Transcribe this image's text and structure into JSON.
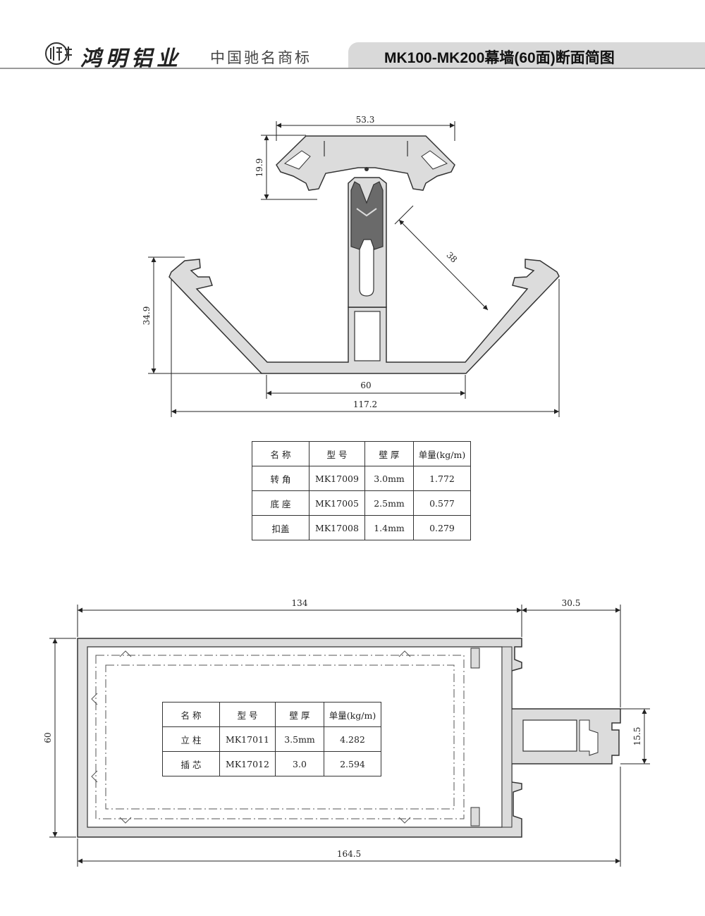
{
  "header": {
    "brand_name": "鸿明铝业",
    "slogan": "中国驰名商标",
    "page_title": "MK100-MK200幕墙(60面)断面简图"
  },
  "diagram1": {
    "dimensions": {
      "cap_width": "53.3",
      "cap_height": "19.9",
      "arm_length": "38",
      "height": "34.9",
      "base_width": "60",
      "total_width": "117.2"
    }
  },
  "table1": {
    "headers": [
      "名 称",
      "型 号",
      "壁 厚",
      "单量(kg/m)"
    ],
    "rows": [
      [
        "转 角",
        "MK17009",
        "3.0mm",
        "1.772"
      ],
      [
        "底 座",
        "MK17005",
        "2.5mm",
        "0.577"
      ],
      [
        "扣盖",
        "MK17008",
        "1.4mm",
        "0.279"
      ]
    ]
  },
  "diagram2": {
    "dimensions": {
      "body_width": "134",
      "flange_width": "30.5",
      "height": "60",
      "slot_height": "15.5",
      "total_width": "164.5"
    }
  },
  "table2": {
    "headers": [
      "名 称",
      "型 号",
      "壁 厚",
      "单量(kg/m)"
    ],
    "rows": [
      [
        "立 柱",
        "MK17011",
        "3.5mm",
        "4.282"
      ],
      [
        "插 芯",
        "MK17012",
        "3.0",
        "2.594"
      ]
    ]
  },
  "colors": {
    "profile_fill": "#dcdcdc",
    "profile_stroke": "#333333",
    "gasket_fill": "#6a6a6a",
    "header_tab": "#d9d9d9"
  }
}
